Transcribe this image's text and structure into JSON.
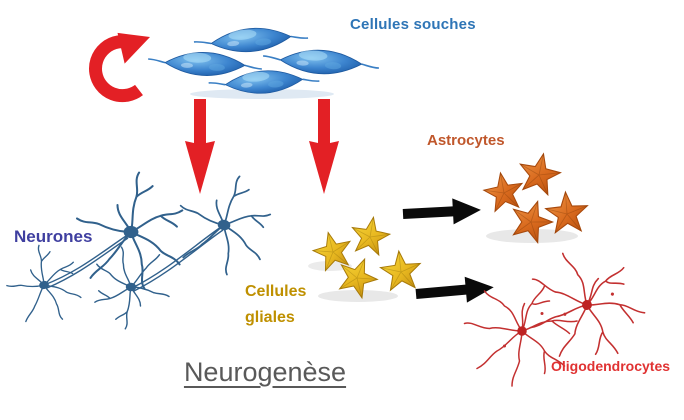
{
  "diagram": {
    "title": "Neurogenèse",
    "labels": {
      "stem_cells": "Cellules souches",
      "neurons": "Neurones",
      "glial_line1": "Cellules",
      "glial_line2": "gliales",
      "astrocytes": "Astrocytes",
      "oligodendrocytes": "Oligodendrocytes"
    },
    "colors": {
      "stem_cells_label": "#2E75B6",
      "neurons_label": "#3F3FA0",
      "glial_label": "#BF9000",
      "astrocytes_label": "#C0572B",
      "oligodendrocytes_label": "#E03232",
      "title": "#595959",
      "red_arrow": "#E32025",
      "black_arrow": "#0A0A0A",
      "stem_cell_fill": "#3D85CF",
      "neuron_drawing": "#31618C",
      "glial_star": "#E8B820",
      "astrocyte_star": "#D96A1E",
      "oligodendrocyte_drawing": "#C33030"
    }
  }
}
